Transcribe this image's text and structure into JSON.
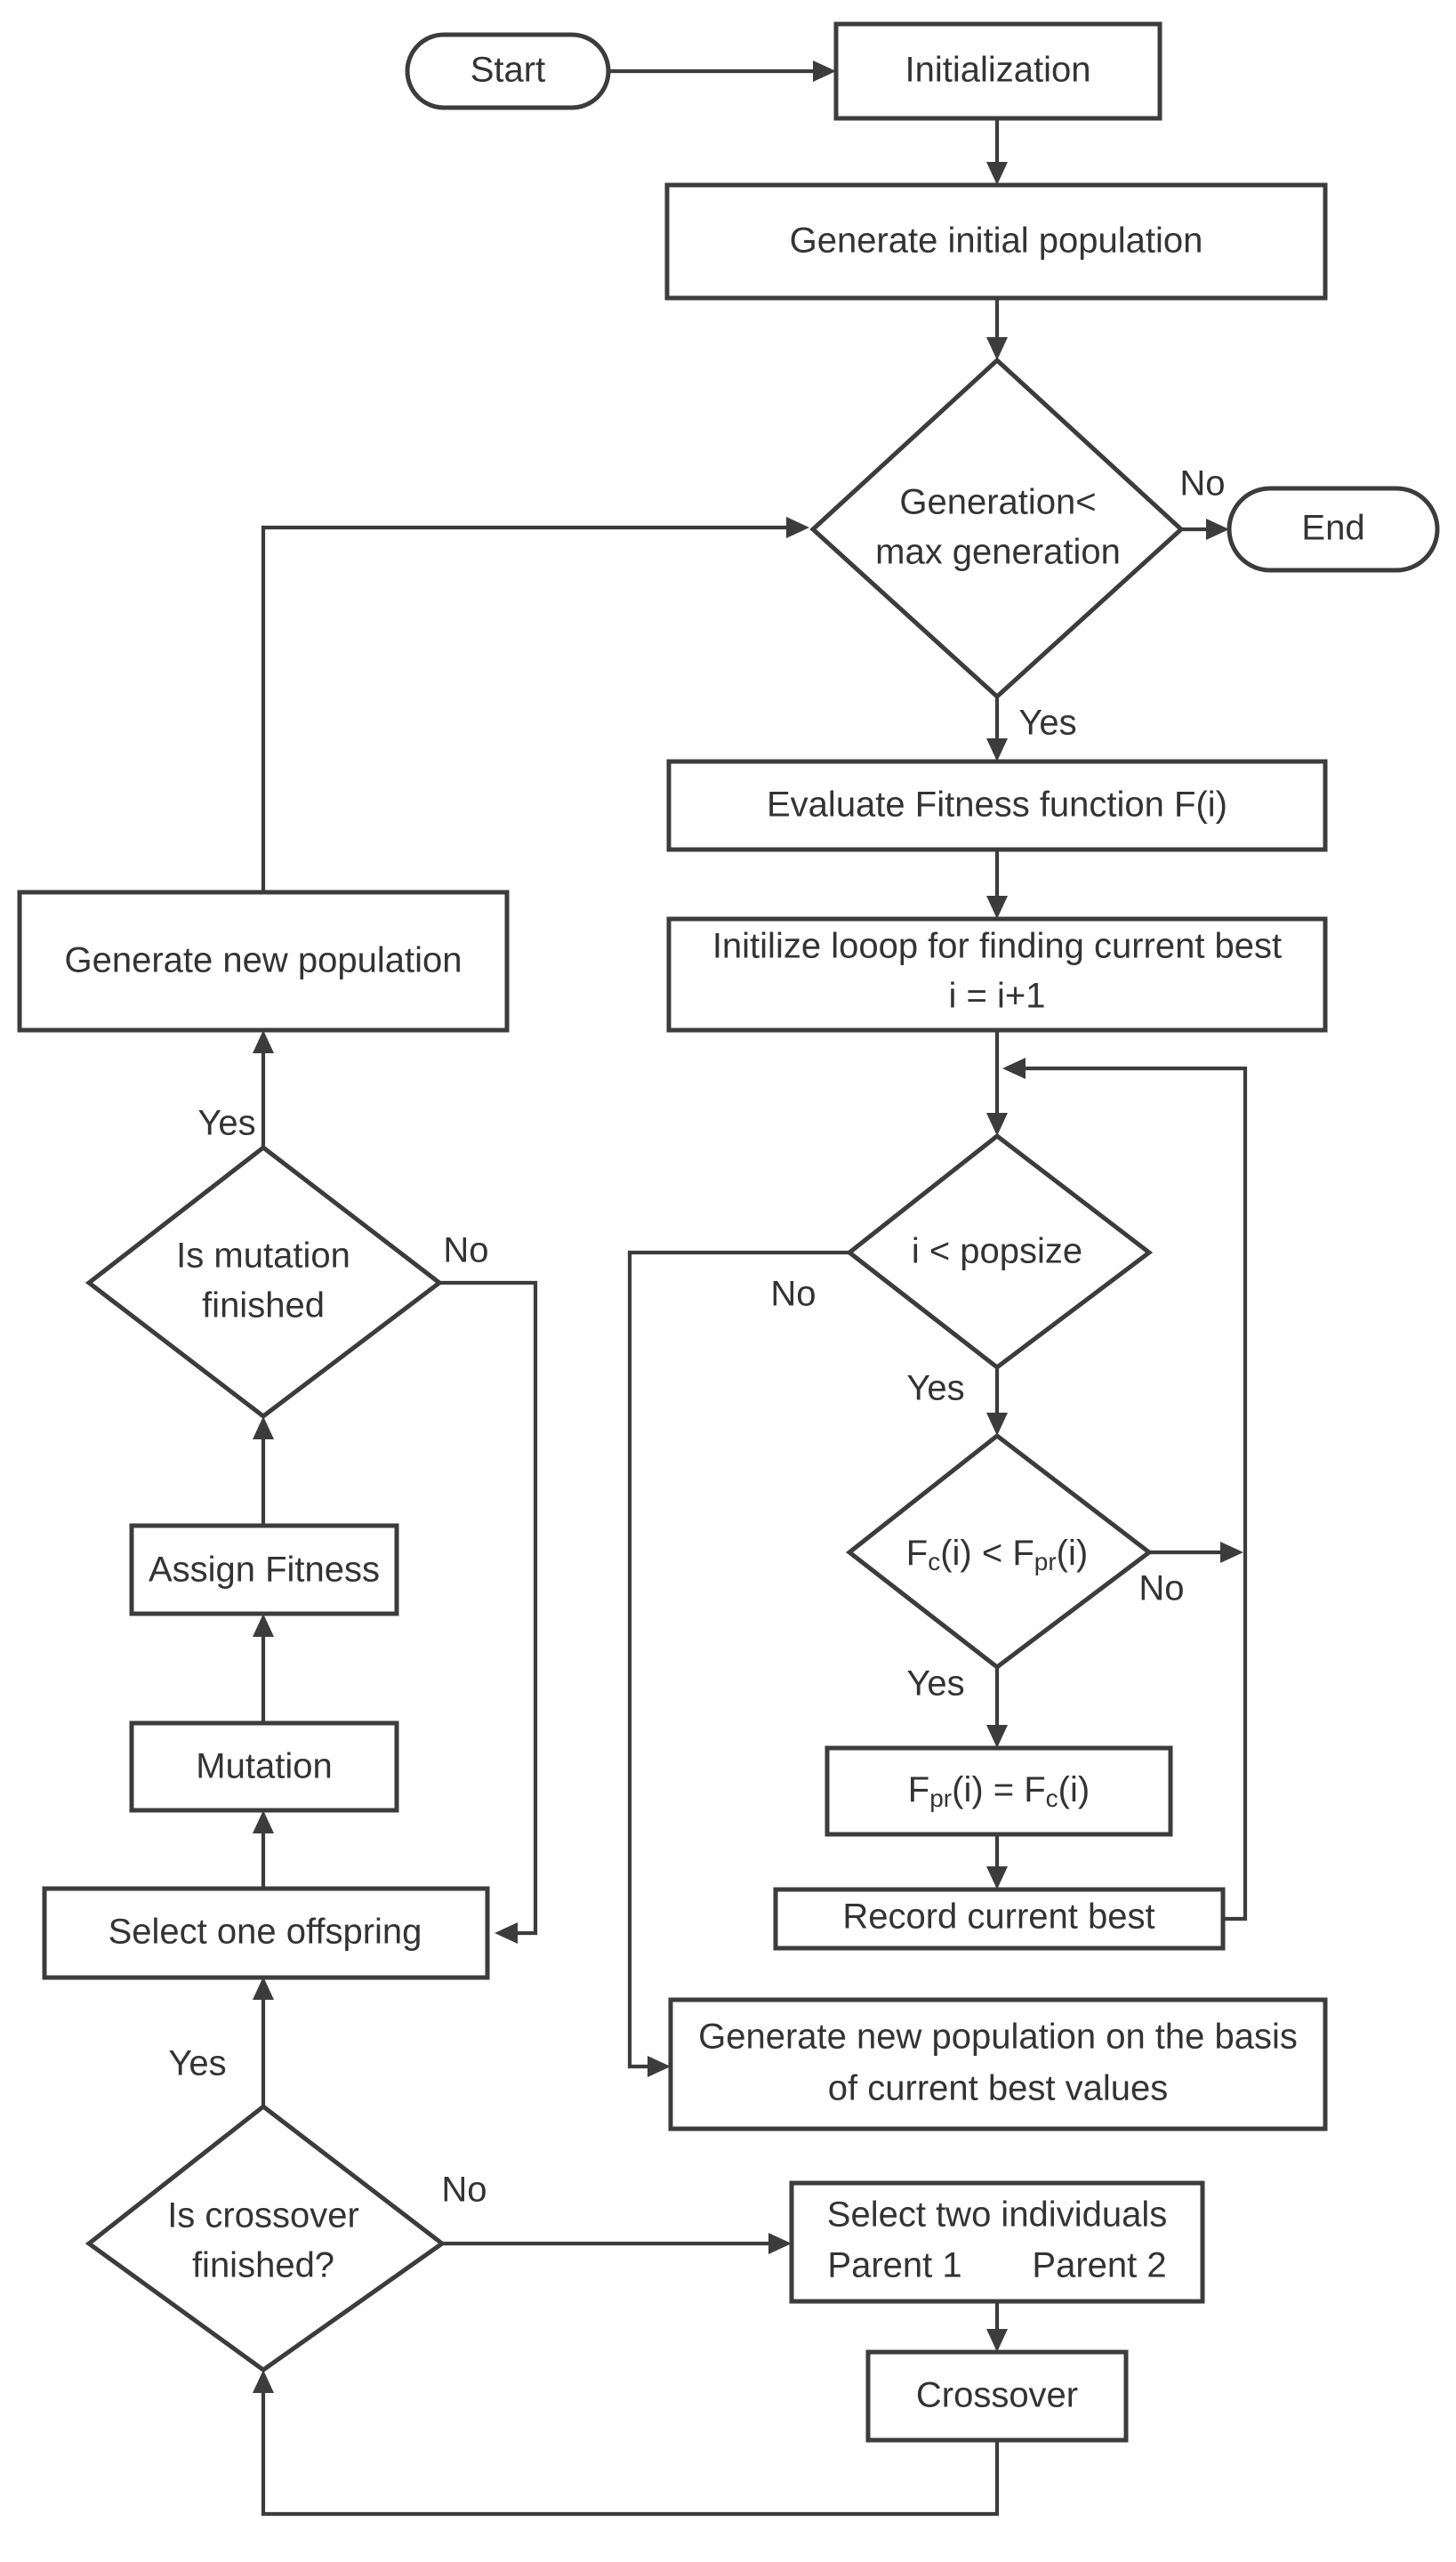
{
  "nodes": {
    "start": "Start",
    "initialization": "Initialization",
    "generate_initial": "Generate initial population",
    "generation_check": {
      "line1": "Generation<",
      "line2": "max generation"
    },
    "end": "End",
    "evaluate_fitness": "Evaluate Fitness function F(i)",
    "init_loop": {
      "line1": "Initilize looop for finding current best",
      "line2": "i = i+1"
    },
    "popsize_check": "i < popsize",
    "fitness_compare": {
      "a": "F",
      "a_sub": "c",
      "b": "(i) < F",
      "b_sub": "pr",
      "c": "(i)"
    },
    "assign_best": {
      "a": "F",
      "a_sub": "pr",
      "b": "(i) = F",
      "b_sub": "c",
      "c": "(i)"
    },
    "record_best": "Record current best",
    "generate_new_basis": {
      "line1": "Generate new population on the basis",
      "line2": "of current best values"
    },
    "select_two": {
      "line1": "Select two individuals",
      "parent1": "Parent 1",
      "parent2": "Parent 2"
    },
    "crossover": "Crossover",
    "crossover_check": {
      "line1": "Is crossover",
      "line2": "finished?"
    },
    "select_offspring": "Select one offspring",
    "mutation": "Mutation",
    "assign_fitness": "Assign Fitness",
    "mutation_check": {
      "line1": "Is mutation",
      "line2": "finished"
    },
    "generate_new_population": "Generate new population"
  },
  "edge_labels": {
    "generation_no": "No",
    "generation_yes": "Yes",
    "popsize_no": "No",
    "popsize_yes": "Yes",
    "compare_no": "No",
    "compare_yes": "Yes",
    "crossover_yes": "Yes",
    "crossover_no": "No",
    "mutation_yes": "Yes",
    "mutation_no": "No"
  }
}
